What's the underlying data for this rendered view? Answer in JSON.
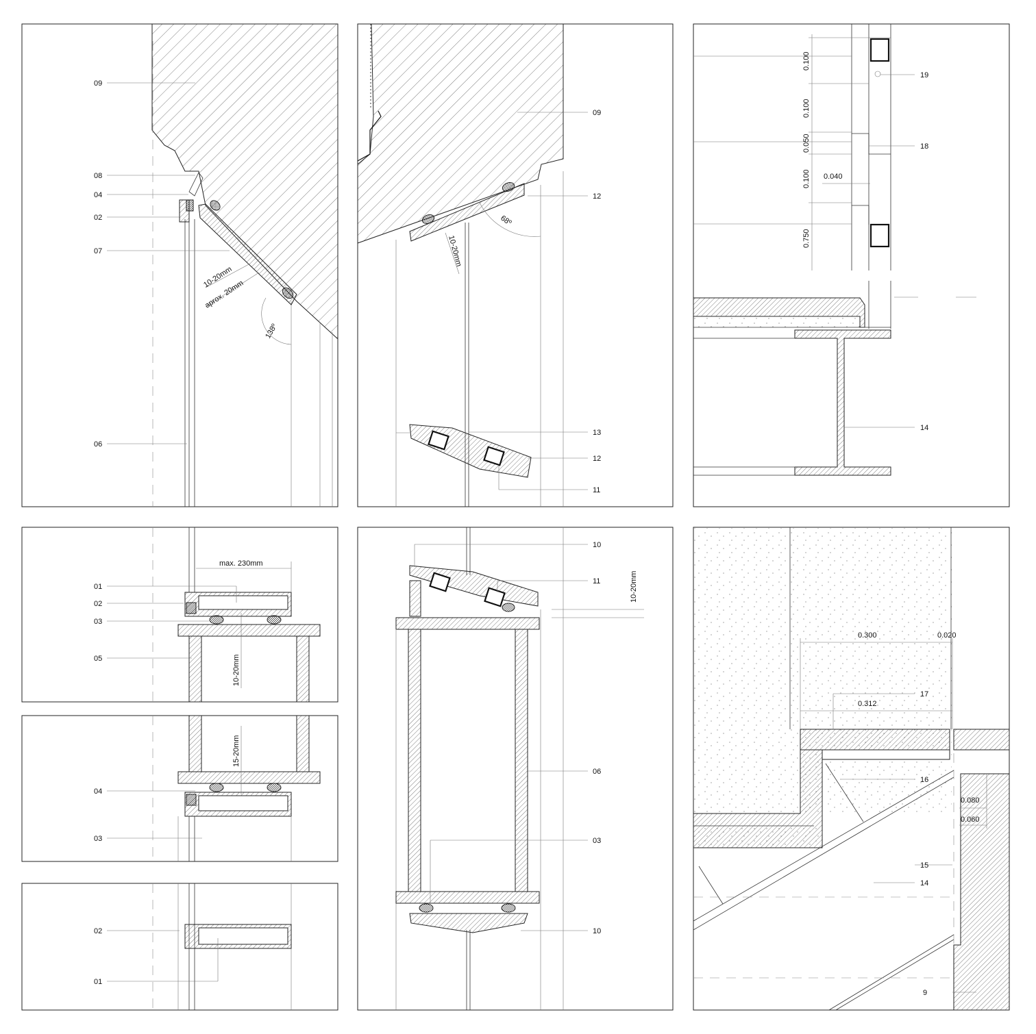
{
  "panels": [
    {
      "id": "p1",
      "labels": [
        "09",
        "08",
        "04",
        "02",
        "07",
        "06"
      ],
      "notes": [
        "10-20mm",
        "aprox. 20mm",
        "138º"
      ]
    },
    {
      "id": "p2",
      "labels": [
        "09",
        "12",
        "13",
        "12",
        "11"
      ],
      "notes": [
        "10-20mm",
        "68º"
      ]
    },
    {
      "id": "p3",
      "labels": [
        "19",
        "18",
        "14"
      ],
      "dims": [
        "0.100",
        "0.100",
        "0.050",
        "0.100",
        "0.040",
        "0.750"
      ]
    },
    {
      "id": "p4a",
      "labels": [
        "01",
        "02",
        "03",
        "05"
      ],
      "notes": [
        "max. 230mm",
        "10-20mm"
      ]
    },
    {
      "id": "p4b",
      "labels": [
        "04",
        "03"
      ],
      "notes": [
        "15-20mm"
      ]
    },
    {
      "id": "p4c",
      "labels": [
        "02",
        "01"
      ]
    },
    {
      "id": "p5",
      "labels": [
        "10",
        "11",
        "06",
        "03",
        "10"
      ],
      "notes": [
        "10-20mm"
      ]
    },
    {
      "id": "p6",
      "labels": [
        "17",
        "16",
        "15",
        "14",
        "9"
      ],
      "dims": [
        "0.300",
        "0.020",
        "0.312",
        "0.080",
        "0.060"
      ]
    }
  ]
}
